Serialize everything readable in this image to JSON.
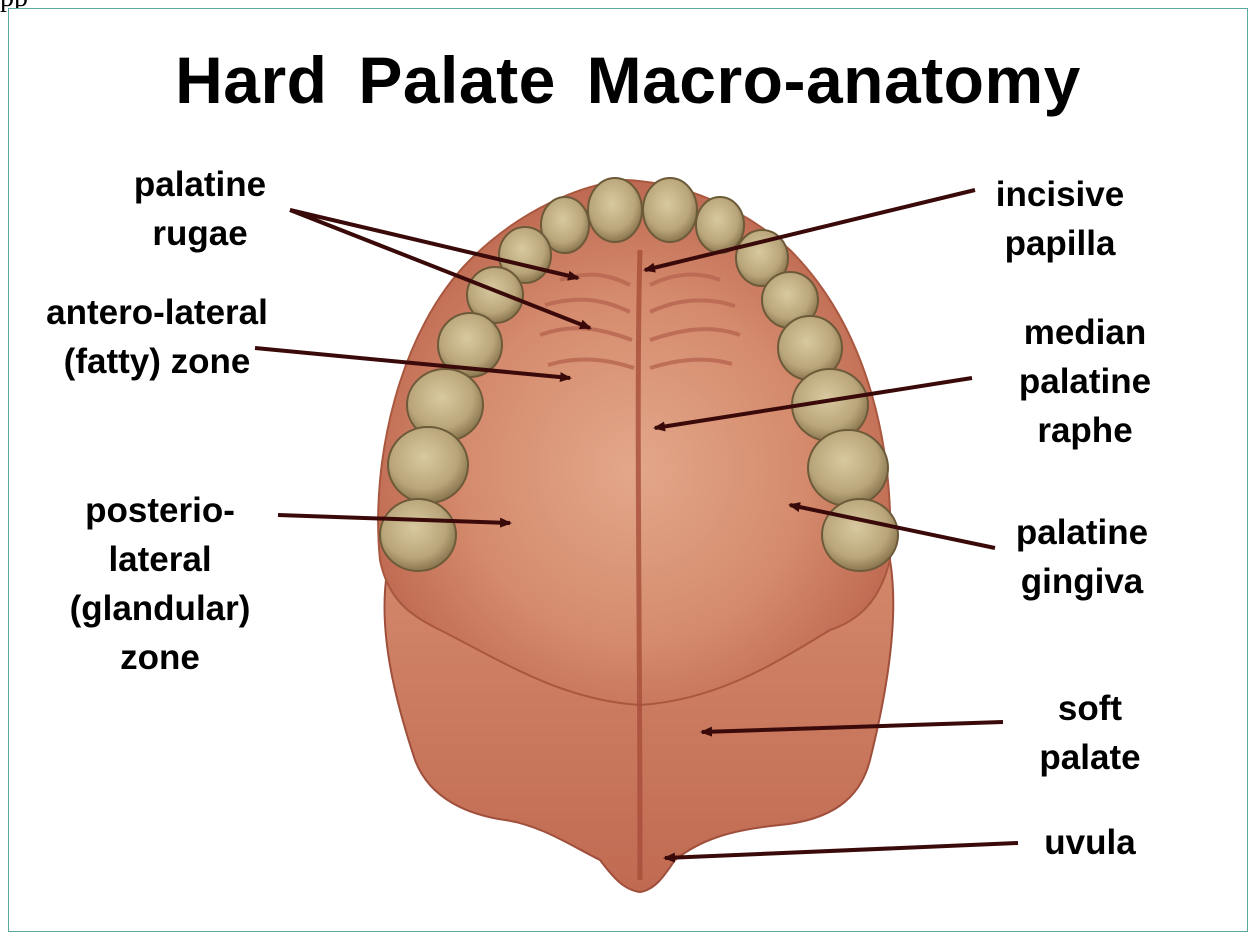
{
  "corner_text": "pp",
  "title": "Hard  Palate  Macro-anatomy",
  "labels": {
    "palatine_rugae": [
      "palatine",
      "rugae"
    ],
    "antero_lateral": [
      "antero-lateral",
      "(fatty) zone"
    ],
    "posterio_lateral": [
      "posterio-",
      "lateral",
      "(glandular)",
      "zone"
    ],
    "incisive_papilla": [
      "incisive",
      "papilla"
    ],
    "median_raphe": [
      "median",
      "palatine",
      "raphe"
    ],
    "palatine_gingiva": [
      "palatine",
      "gingiva"
    ],
    "soft_palate": [
      "soft",
      "palate"
    ],
    "uvula": [
      "uvula"
    ]
  },
  "colors": {
    "frame": "#5aa9a0",
    "arrow": "#3a0a0a",
    "tissue": "#c7715a"
  }
}
